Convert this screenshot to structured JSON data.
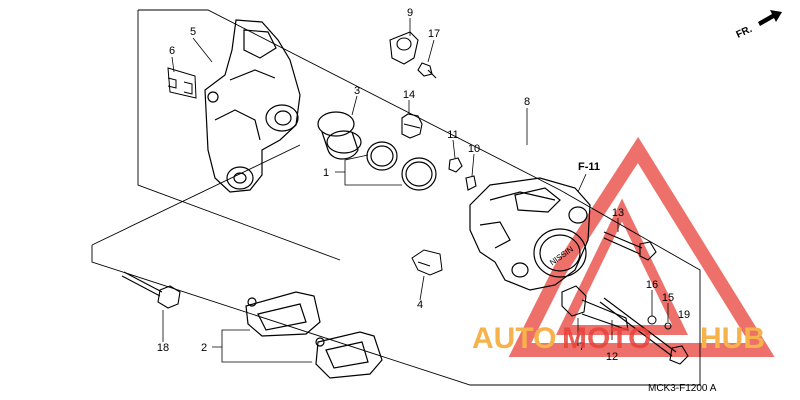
{
  "diagram": {
    "fr_label": "FR.",
    "section_ref": "F-11",
    "drawing_code": "MCK3-F1200 A",
    "caliper_brand": "NISSIN",
    "part_numbers": [
      "1",
      "2",
      "3",
      "4",
      "5",
      "6",
      "7",
      "8",
      "9",
      "10",
      "11",
      "12",
      "13",
      "14",
      "15",
      "16",
      "17",
      "18",
      "19"
    ]
  },
  "watermark": {
    "text_auto": "AUTO",
    "text_moto": "MOTO",
    "text_hub": "HUB",
    "color_orange": "#f6b24b",
    "color_red": "#e8413a"
  }
}
